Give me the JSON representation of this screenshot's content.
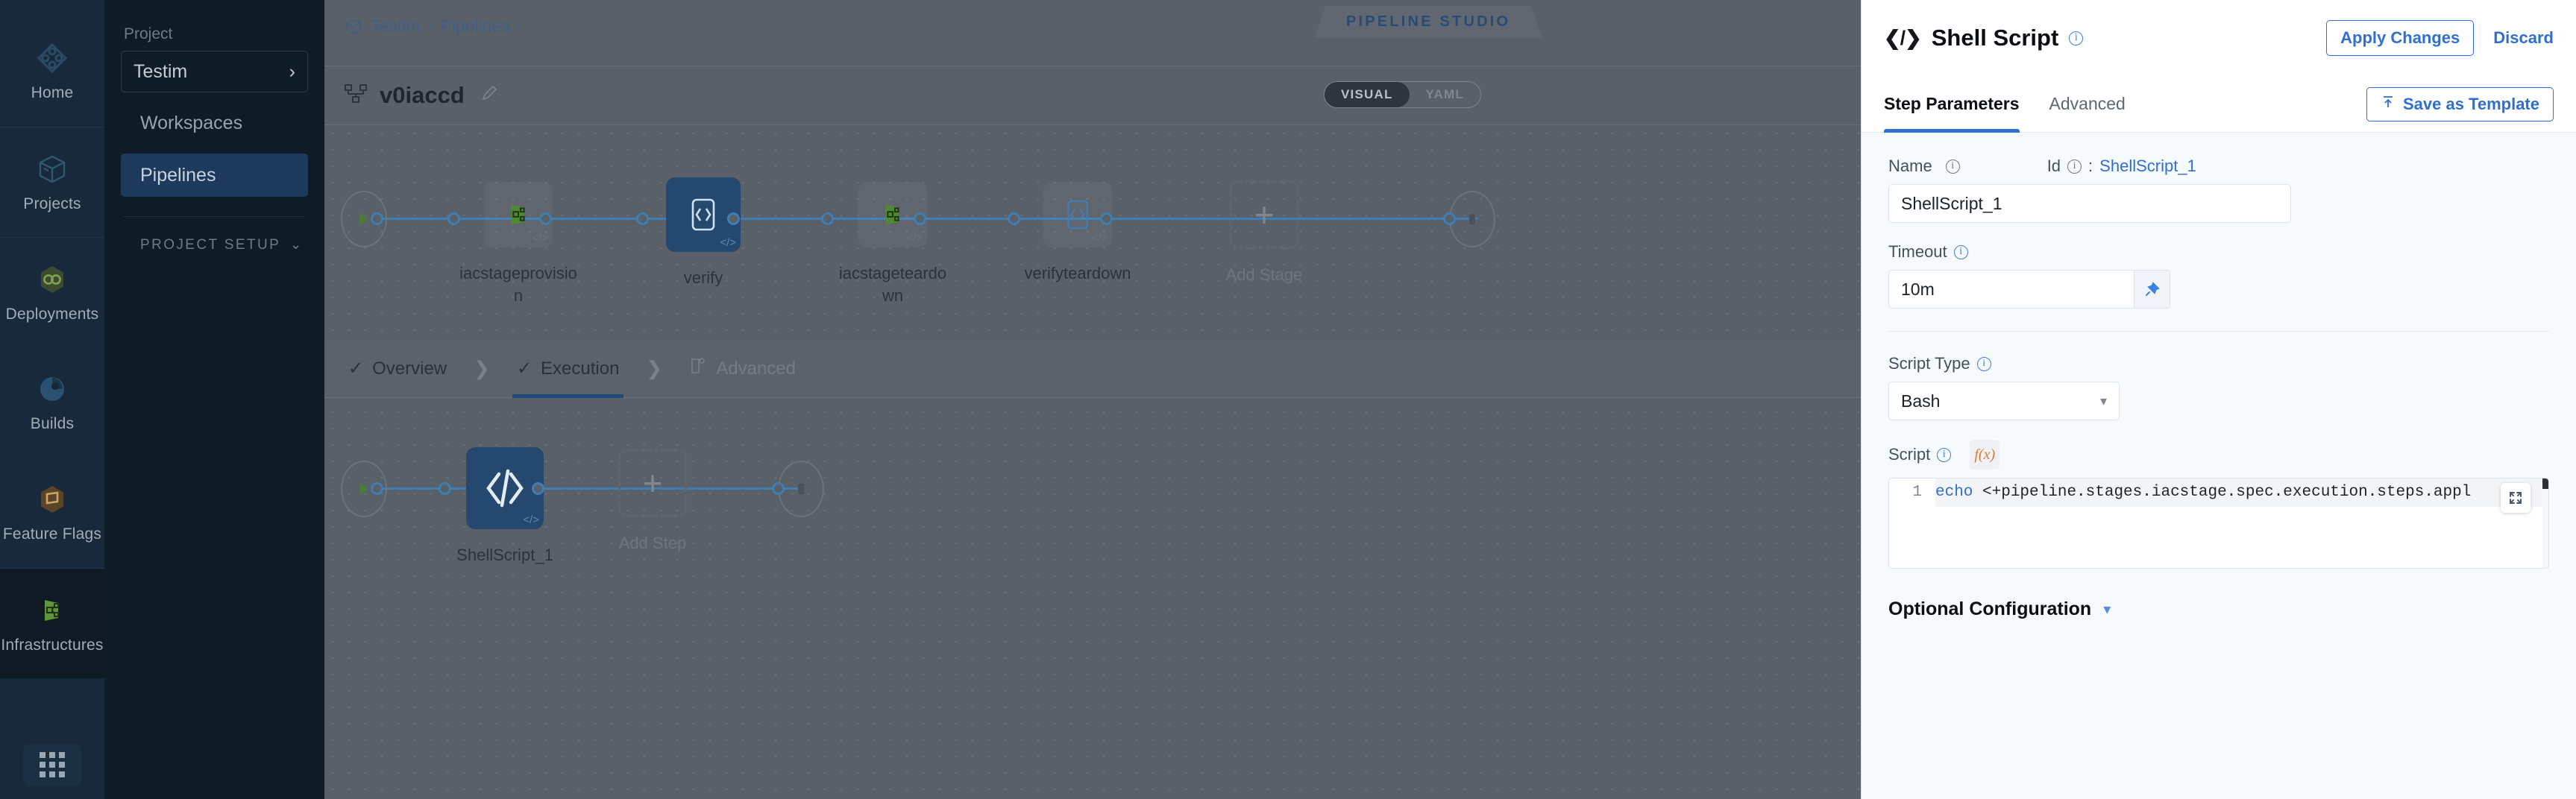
{
  "rail": {
    "items": [
      {
        "label": "Home",
        "icon": "home-diamond-icon",
        "active": false
      },
      {
        "label": "Projects",
        "icon": "cube-icon",
        "active": false
      },
      {
        "label": "Deployments",
        "icon": "infinity-hex-icon",
        "active": false
      },
      {
        "label": "Builds",
        "icon": "builds-circle-icon",
        "active": false
      },
      {
        "label": "Feature Flags",
        "icon": "flag-icon",
        "active": false
      },
      {
        "label": "Infrastructures",
        "icon": "infrastructure-icon",
        "active": true
      }
    ],
    "apps_icon": "grid-apps-icon"
  },
  "subnav": {
    "project_heading": "Project",
    "project_value": "Testim",
    "chevron_right": "›",
    "items": [
      {
        "label": "Workspaces",
        "active": false
      },
      {
        "label": "Pipelines",
        "active": true
      }
    ],
    "setup_label": "PROJECT SETUP",
    "chevron_down": "⌄"
  },
  "topbar": {
    "studio_tag": "PIPELINE STUDIO",
    "close_icon": "✕",
    "breadcrumb": [
      "Testim",
      "Pipelines"
    ],
    "breadcrumb_sep": "›"
  },
  "pipeline": {
    "name": "v0iaccd",
    "edit_icon": "pencil-icon",
    "view_modes": [
      {
        "label": "VISUAL",
        "active": true
      },
      {
        "label": "YAML",
        "active": false
      }
    ]
  },
  "stages": [
    {
      "label": "iacstageprovisio\nn",
      "selected": false,
      "icon": "infrastructure-icon"
    },
    {
      "label": "verify",
      "selected": true,
      "icon": "code-icon"
    },
    {
      "label": "iacstageteardo\nwn",
      "selected": false,
      "icon": "infrastructure-icon"
    },
    {
      "label": "verifyteardown",
      "selected": false,
      "icon": "code-icon"
    },
    {
      "label": "Add Stage",
      "selected": false,
      "icon": "plus-icon"
    }
  ],
  "stage_tabs": [
    {
      "label": "Overview",
      "check": "✓",
      "active": false
    },
    {
      "label": "Execution",
      "check": "✓",
      "active": true
    },
    {
      "label": "Advanced",
      "check": "",
      "active": false
    }
  ],
  "steps": [
    {
      "label": "ShellScript_1",
      "selected": true,
      "icon": "code-icon"
    },
    {
      "label": "Add Step",
      "selected": false,
      "icon": "plus-icon"
    }
  ],
  "panel": {
    "icon": "code-icon",
    "title": "Shell Script",
    "apply_label": "Apply Changes",
    "discard_label": "Discard",
    "tabs": [
      {
        "label": "Step Parameters",
        "active": true
      },
      {
        "label": "Advanced",
        "active": false
      }
    ],
    "save_template_label": "Save as Template",
    "save_template_icon": "upload-icon",
    "name": {
      "label": "Name",
      "value": "ShellScript_1",
      "id_label": "Id",
      "id_sep": ":",
      "id_value": "ShellScript_1"
    },
    "timeout": {
      "label": "Timeout",
      "value": "10m",
      "pin_icon": "pushpin-icon"
    },
    "script_type": {
      "label": "Script Type",
      "value": "Bash",
      "chevron": "⌄"
    },
    "script": {
      "label": "Script",
      "fx_label": "f(x)",
      "line_number": "1",
      "keyword": "echo",
      "code": " <+pipeline.stages.iacstage.spec.execution.steps.appl",
      "expand_icon": "expand-icon"
    },
    "optional_config": {
      "label": "Optional Configuration",
      "chevron": "⌄"
    }
  },
  "colors": {
    "accent_blue": "#2f6fd0",
    "node_selected": "#25486f",
    "link_blue": "#3d7fb5",
    "rail_bg": "#17293a",
    "subnav_bg": "#0f1c28",
    "panel_bg": "#f7fafd",
    "fx_orange": "#e07b2c"
  }
}
